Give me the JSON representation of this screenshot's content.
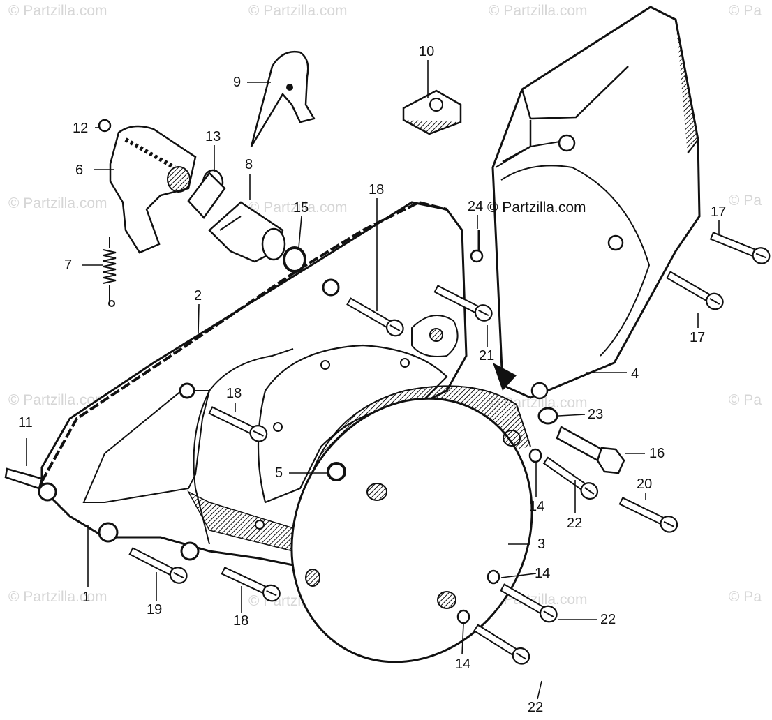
{
  "diagram": {
    "watermark_text": "© Partzilla.com",
    "watermark_short": "© Pa",
    "brand_label": "© Partzilla.com",
    "callouts": {
      "c1": "1",
      "c2": "2",
      "c3": "3",
      "c4": "4",
      "c5": "5",
      "c6": "6",
      "c7": "7",
      "c8": "8",
      "c9": "9",
      "c10": "10",
      "c11": "11",
      "c12": "12",
      "c13": "13",
      "c14a": "14",
      "c14b": "14",
      "c14c": "14",
      "c15": "15",
      "c16": "16",
      "c17a": "17",
      "c17b": "17",
      "c18a": "18",
      "c18b": "18",
      "c18c": "18",
      "c19": "19",
      "c20": "20",
      "c21": "21",
      "c22a": "22",
      "c22b": "22",
      "c22c": "22",
      "c23": "23",
      "c24": "24"
    }
  }
}
